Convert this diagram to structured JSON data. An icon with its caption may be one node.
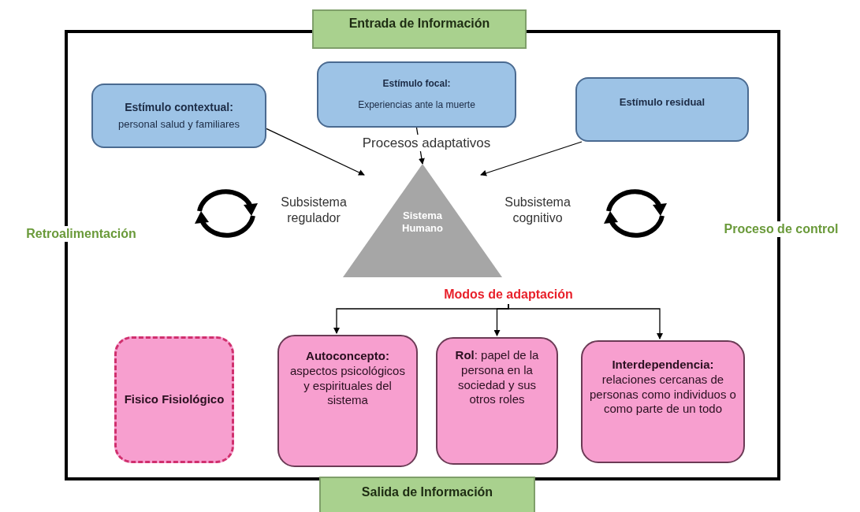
{
  "diagram": {
    "nodes": [
      {
        "text": [
          "Entrada de Información"
        ]
      },
      {
        "text": [
          "Estímulo contextual:",
          "personal salud y familiares"
        ]
      },
      {
        "text": [
          "Estímulo focal:",
          "Experiencias ante la muerte"
        ]
      },
      {
        "text": [
          "Estímulo residual"
        ]
      },
      {
        "text": [
          "Sistema Humano"
        ]
      },
      {
        "text": [
          "Modos de adaptación"
        ]
      },
      {
        "text": [
          "Fisico Fisiológico"
        ]
      },
      {
        "text": [
          "**Autoconcepto:** aspectos psicológicos y espirituales del sistema"
        ]
      },
      {
        "text": [
          "**Rol**: papel de la persona en la sociedad y sus otros roles"
        ]
      },
      {
        "text": [
          "**Interdependencia:** relaciones cercanas de personas como individuos o como parte de un todo"
        ]
      },
      {
        "text": [
          "Salida de Información"
        ]
      }
    ],
    "edges": [
      {
        "from": 1,
        "to": 4,
        "arrow": "to"
      },
      {
        "from": 2,
        "to": 4,
        "arrow": "to"
      },
      {
        "from": 3,
        "to": 4,
        "arrow": "to"
      },
      {
        "from": 5,
        "to": 7,
        "arrow": "to"
      },
      {
        "from": 5,
        "to": 8,
        "arrow": "to"
      },
      {
        "from": 5,
        "to": 9,
        "arrow": "to"
      }
    ],
    "labels": [
      "Procesos adaptativos",
      "Subsistema regulador",
      "Subsistema cognitivo",
      "Retroalimentación",
      "Proceso de control"
    ]
  }
}
